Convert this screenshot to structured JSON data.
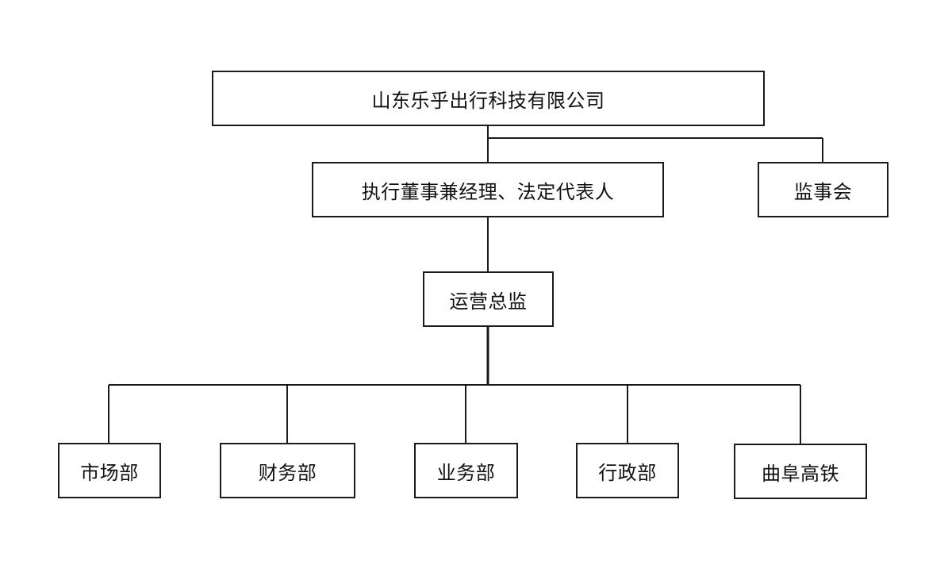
{
  "org": {
    "company": "山东乐乎出行科技有限公司",
    "executive": "执行董事兼经理、法定代表人",
    "supervisory_board": "监事会",
    "operations_director": "运营总监",
    "departments": [
      {
        "label": "市场部"
      },
      {
        "label": "财务部"
      },
      {
        "label": "业务部"
      },
      {
        "label": "行政部"
      },
      {
        "label": "曲阜高铁"
      }
    ]
  },
  "colors": {
    "line": "#1a1a1a",
    "box_border": "#1a1a1a",
    "background": "#ffffff"
  }
}
